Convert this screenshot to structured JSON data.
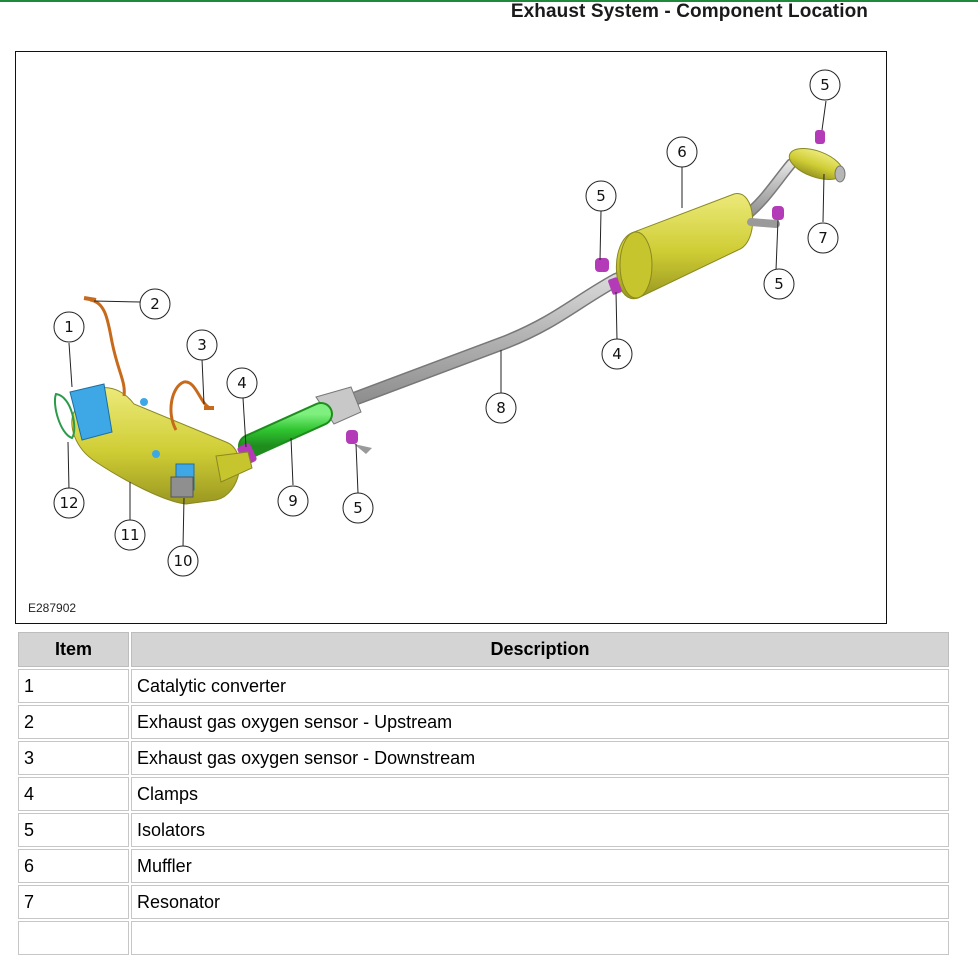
{
  "page": {
    "title": "Exhaust System - Component Location"
  },
  "figure": {
    "code": "E287902",
    "callouts": [
      "1",
      "2",
      "3",
      "4",
      "4",
      "5",
      "5",
      "5",
      "5",
      "6",
      "7",
      "8",
      "9",
      "10",
      "11",
      "12"
    ]
  },
  "table": {
    "headers": {
      "item": "Item",
      "description": "Description"
    },
    "rows": [
      {
        "item": "1",
        "description": "Catalytic converter"
      },
      {
        "item": "2",
        "description": "Exhaust gas oxygen sensor - Upstream"
      },
      {
        "item": "3",
        "description": "Exhaust gas oxygen sensor - Downstream"
      },
      {
        "item": "4",
        "description": "Clamps"
      },
      {
        "item": "5",
        "description": "Isolators"
      },
      {
        "item": "6",
        "description": "Muffler"
      },
      {
        "item": "7",
        "description": "Resonator"
      },
      {
        "item": "",
        "description": ""
      }
    ]
  },
  "colors": {
    "accent_rule": "#1f8a3a",
    "header_fill": "#d4d4d4",
    "muffler": "#d4d236",
    "flex_pipe": "#3ec93e",
    "isolator": "#b43bb8",
    "flange": "#3ea8e6",
    "pipe": "#b9b9b9"
  }
}
